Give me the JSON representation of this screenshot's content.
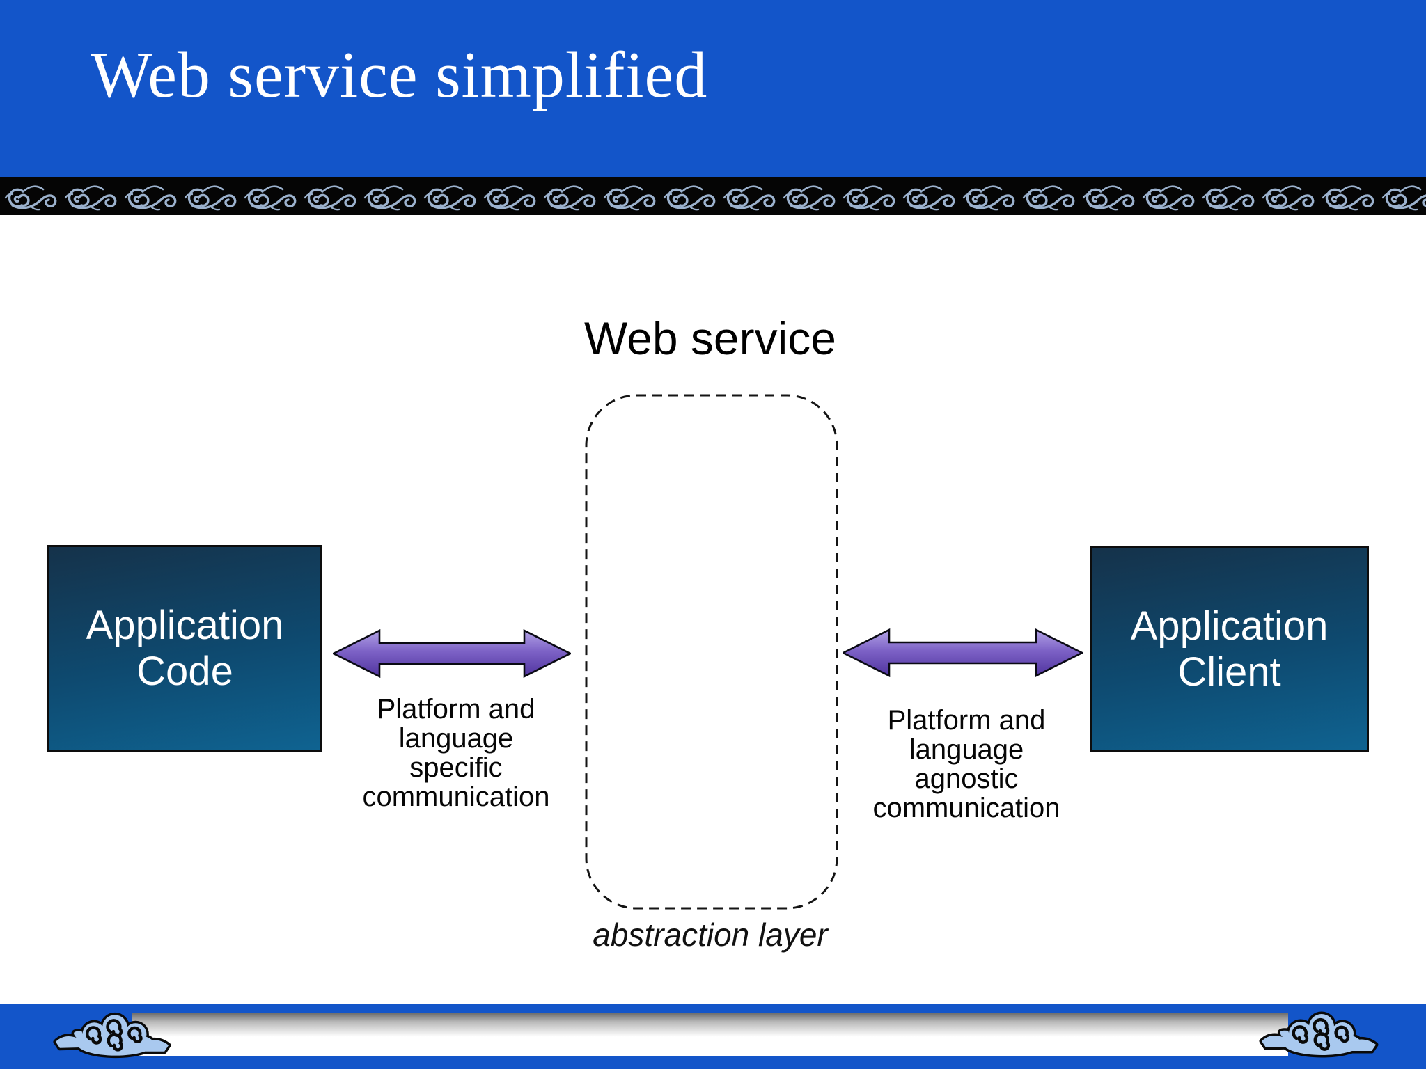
{
  "slide": {
    "header": {
      "title": "Web service simplified"
    },
    "diagram": {
      "heading": "Web service",
      "left_box": {
        "line1": "Application",
        "line2": "Code"
      },
      "right_box": {
        "line1": "Application",
        "line2": "Client"
      },
      "left_caption": {
        "line1": "Platform and",
        "line2": "language",
        "line3": "specific",
        "line4": "communication"
      },
      "right_caption": {
        "line1": "Platform and",
        "line2": "language",
        "line3": "agnostic",
        "line4": "communication"
      },
      "abstraction_label": "abstraction layer"
    },
    "icons": {
      "ornament_border": "scroll-ornament-pattern",
      "left_arrow": "double-headed-arrow",
      "right_arrow": "double-headed-arrow",
      "footer_left": "cloud-motif",
      "footer_right": "cloud-motif"
    },
    "colors": {
      "header_blue": "#1355C9",
      "ornament_band_bg": "#050505",
      "ornament_scroll": "#9CB2CE",
      "box_gradient_top": "#15324A",
      "box_gradient_bottom": "#0F6391",
      "arrow_light": "#B2A2E6",
      "arrow_dark": "#50349F",
      "cloud_fill": "#A9C9EF",
      "text_dark": "#000000",
      "text_light": "#FFFFFF"
    }
  }
}
